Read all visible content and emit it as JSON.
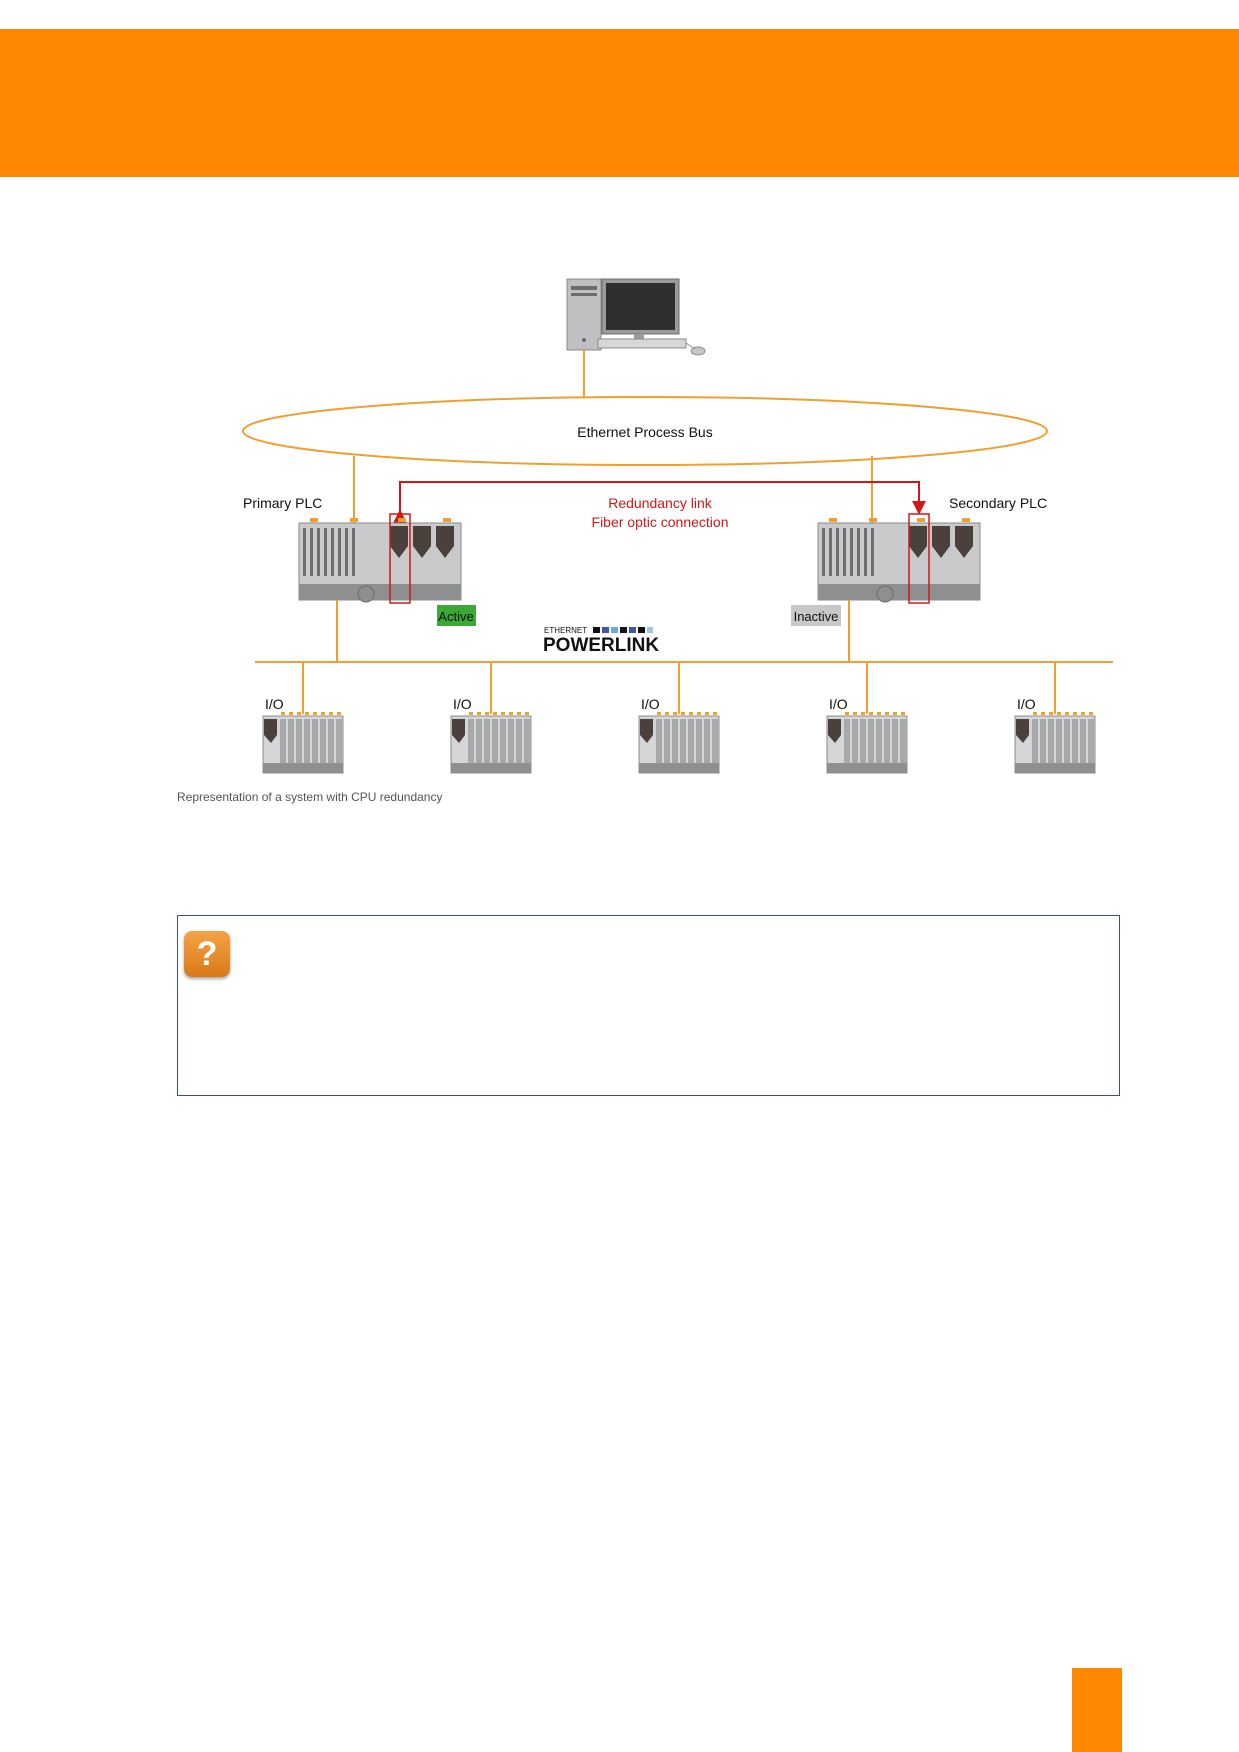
{
  "diagram": {
    "bus_label": "Ethernet Process Bus",
    "primary_plc": "Primary PLC",
    "secondary_plc": "Secondary PLC",
    "redundancy_link": "Redundancy link",
    "fiber_connection": "Fiber optic connection",
    "active_label": "Active",
    "inactive_label": "Inactive",
    "powerlink_small": "ETHERNET",
    "powerlink_big": "POWERLINK",
    "io_label": "I/O",
    "io_nodes": [
      "I/O",
      "I/O",
      "I/O",
      "I/O",
      "I/O"
    ]
  },
  "caption": "Representation of a system with CPU redundancy",
  "callout": {
    "icon": "question-mark-icon",
    "icon_glyph": "?"
  },
  "colors": {
    "brand_orange": "#ff8800",
    "bus_orange": "#f0a030",
    "redundancy_red": "#d01818",
    "active_green": "#3aa935",
    "inactive_gray": "#c8c8c8",
    "callout_border": "#3b4f8f"
  }
}
